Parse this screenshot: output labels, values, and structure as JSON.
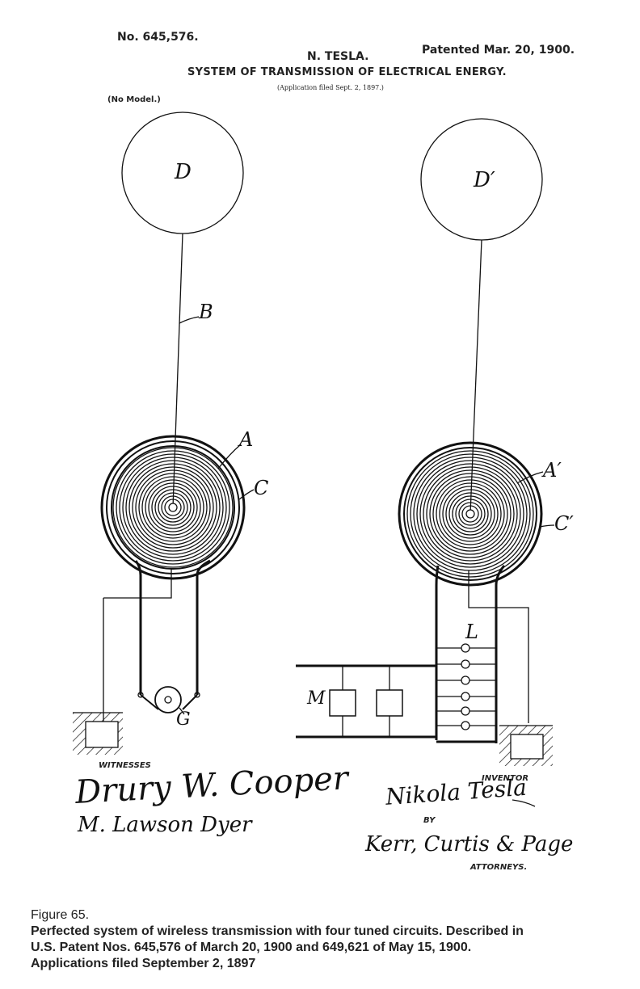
{
  "header": {
    "patent_number": "No. 645,576.",
    "inventor_name": "N. TESLA.",
    "patent_date": "Patented Mar. 20, 1900.",
    "title": "SYSTEM OF TRANSMISSION OF ELECTRICAL ENERGY.",
    "application_note": "(Application filed Sept. 2, 1897.)",
    "model_note": "(No Model.)"
  },
  "labels": {
    "D": "D",
    "D_prime": "D′",
    "B": "B",
    "A": "A",
    "A_prime": "A′",
    "C": "C",
    "C_prime": "C′",
    "G": "G",
    "L": "L",
    "M": "M"
  },
  "footer": {
    "witnesses_label": "WITNESSES",
    "witness_1": "Drury W. Cooper",
    "witness_2": "M. Lawson Dyer",
    "inventor_label": "INVENTOR",
    "inventor_signature": "Nikola Tesla",
    "by_label": "BY",
    "attorneys_signature": "Kerr, Curtis & Page",
    "attorneys_label": "ATTORNEYS."
  },
  "caption": {
    "figure_label": "Figure 65.",
    "line_1": "Perfected system of wireless transmission with four tuned circuits.  Described in",
    "line_2": "U.S. Patent Nos. 645,576 of March 20, 1900 and 649,621 of May 15, 1900.",
    "line_3": "Applications filed September 2, 1897"
  },
  "colors": {
    "ink": "#111111",
    "paper": "#ffffff"
  }
}
